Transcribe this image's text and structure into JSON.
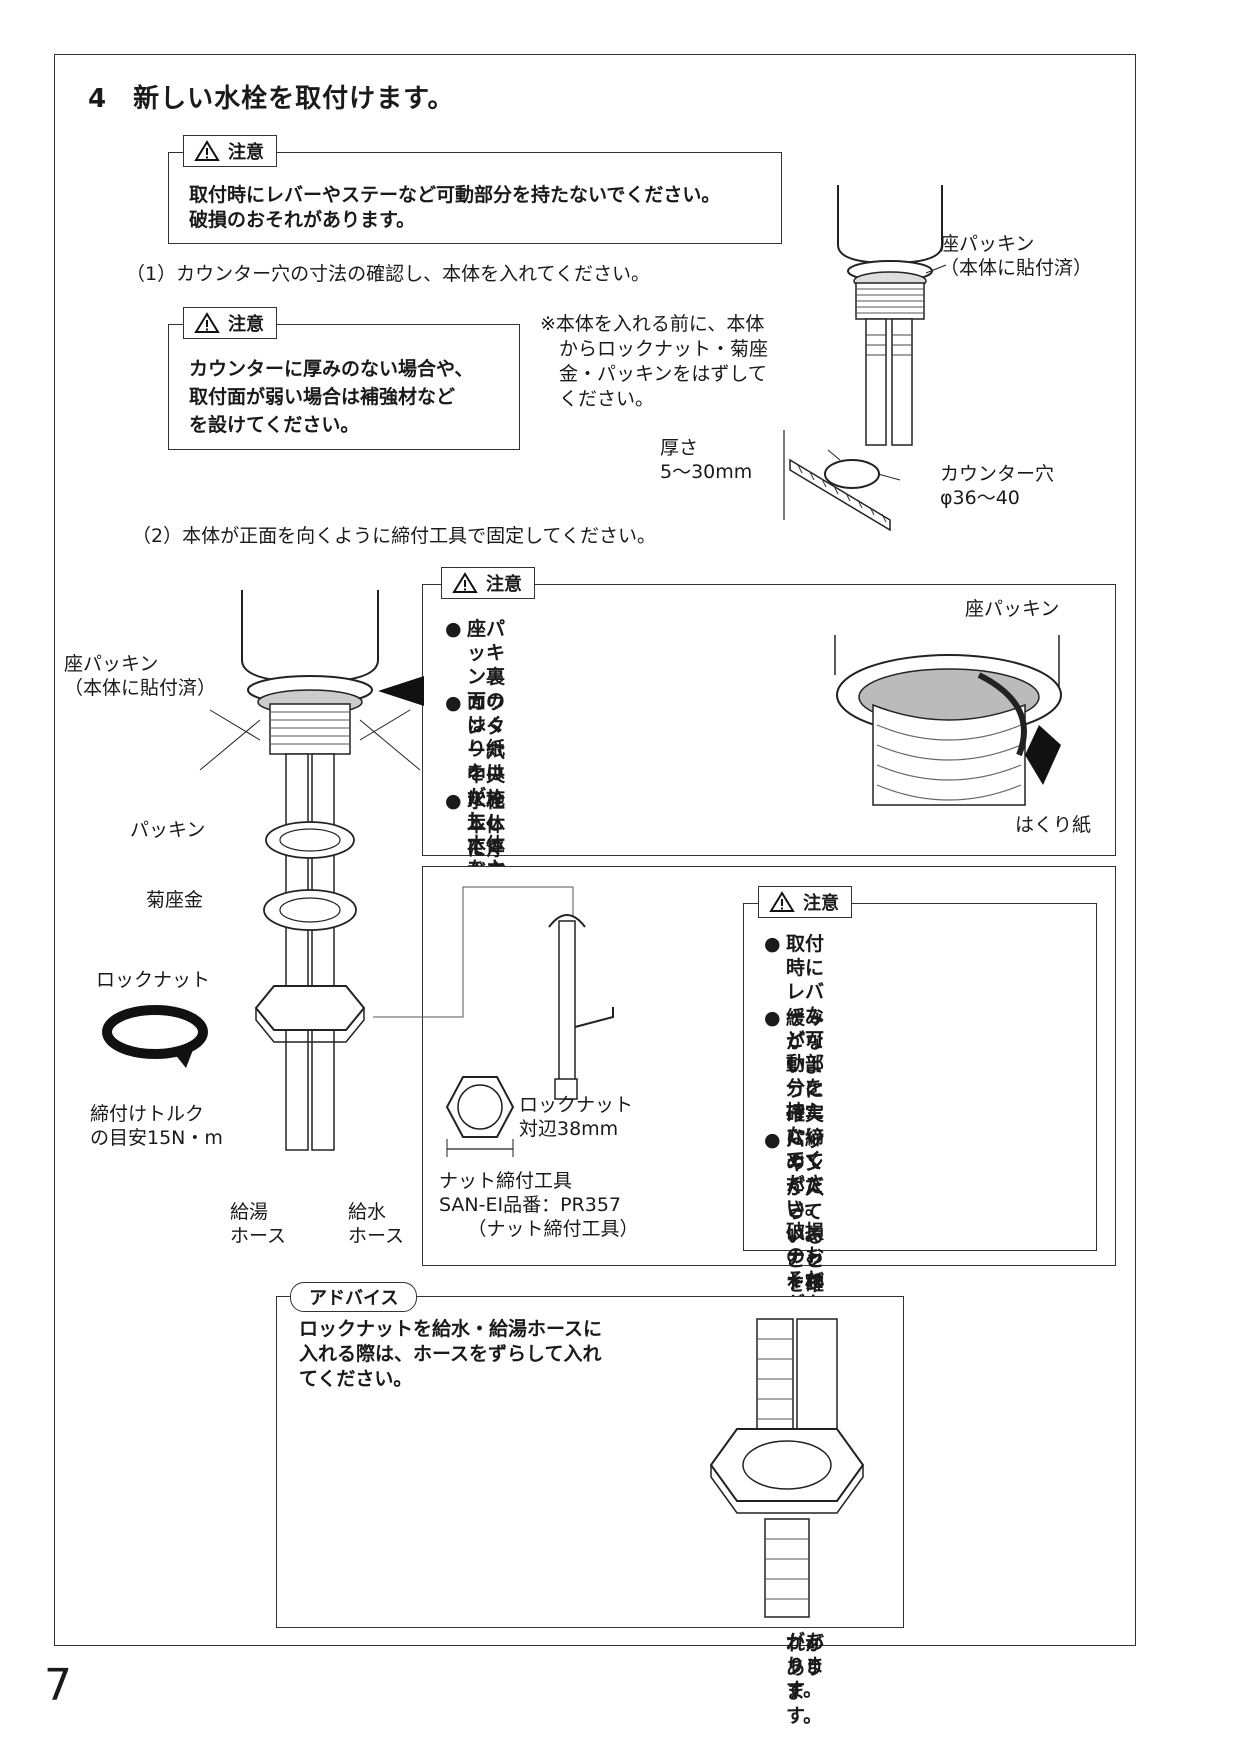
{
  "page_number": "7",
  "step": {
    "number": "4",
    "title": "新しい水栓を取付けます。"
  },
  "caution_label": "注意",
  "caution1": {
    "text": "取付時にレバーやステーなど可動部分を持たないでください。\n破損のおそれがあります。"
  },
  "sub1": "（1）カウンター穴の寸法の確認し、本体を入れてください。",
  "caution2": {
    "text": "カウンターに厚みのない場合や、\n取付面が弱い場合は補強材など\nを設けてください。"
  },
  "note1": "※本体を入れる前に、本体\n　からロックナット・菊座\n　金・パッキンをはずして\n　ください。",
  "top_figure": {
    "seat_packing": "座パッキン\n（本体に貼付済）",
    "thickness": "厚さ\n5〜30mm",
    "counter_hole": "カウンター穴\nφ36〜40"
  },
  "sub2": "（2）本体が正面を向くように締付工具で固定してください。",
  "main_figure": {
    "seat_packing": "座パッキン\n（本体に貼付済）",
    "packing": "パッキン",
    "kiku_washer": "菊座金",
    "lock_nut": "ロックナット",
    "torque": "締付けトルク\nの目安15N・m",
    "hot_hose": "給湯\nホース",
    "cold_hose": "給水\nホース"
  },
  "caution3": {
    "bullets": [
      "座パッキン裏面のはくり紙をはがし、\n本体をカウンターに押しつけて固定\nしてください。",
      "カウンター穴中央に施工してくださ\nい。\n座パッキンが穴からずれると漏水の\n原因になります。",
      "水栓本体に浮きがないよう注意して\nください。"
    ],
    "seat_packing": "座パッキン",
    "release_paper": "はくり紙"
  },
  "tool_box": {
    "lock_nut": "ロックナット\n対辺38mm",
    "tool": "ナット締付工具\nSAN-EI品番：PR357\n　　（ナット締付工具）"
  },
  "caution4": {
    "bullets": [
      "取付時にレバーなど可動部分を\n持たないでください。\n破損のおそれがあります。",
      "緩みがないように確実に締めて\nください。\nナットが確実に締付けられてい\nないと、本体が傾いたり水が漏\nれることがあります。",
      "パッキンが入っていることを確\n認してください。\nパッキンが入っていないと水漏\nれのおそれがあります。"
    ]
  },
  "advice": {
    "label": "アドバイス",
    "text": "ロックナットを給水・給湯ホースに\n入れる際は、ホースをずらして入れ\nてください。"
  },
  "bullet_mark": "●"
}
